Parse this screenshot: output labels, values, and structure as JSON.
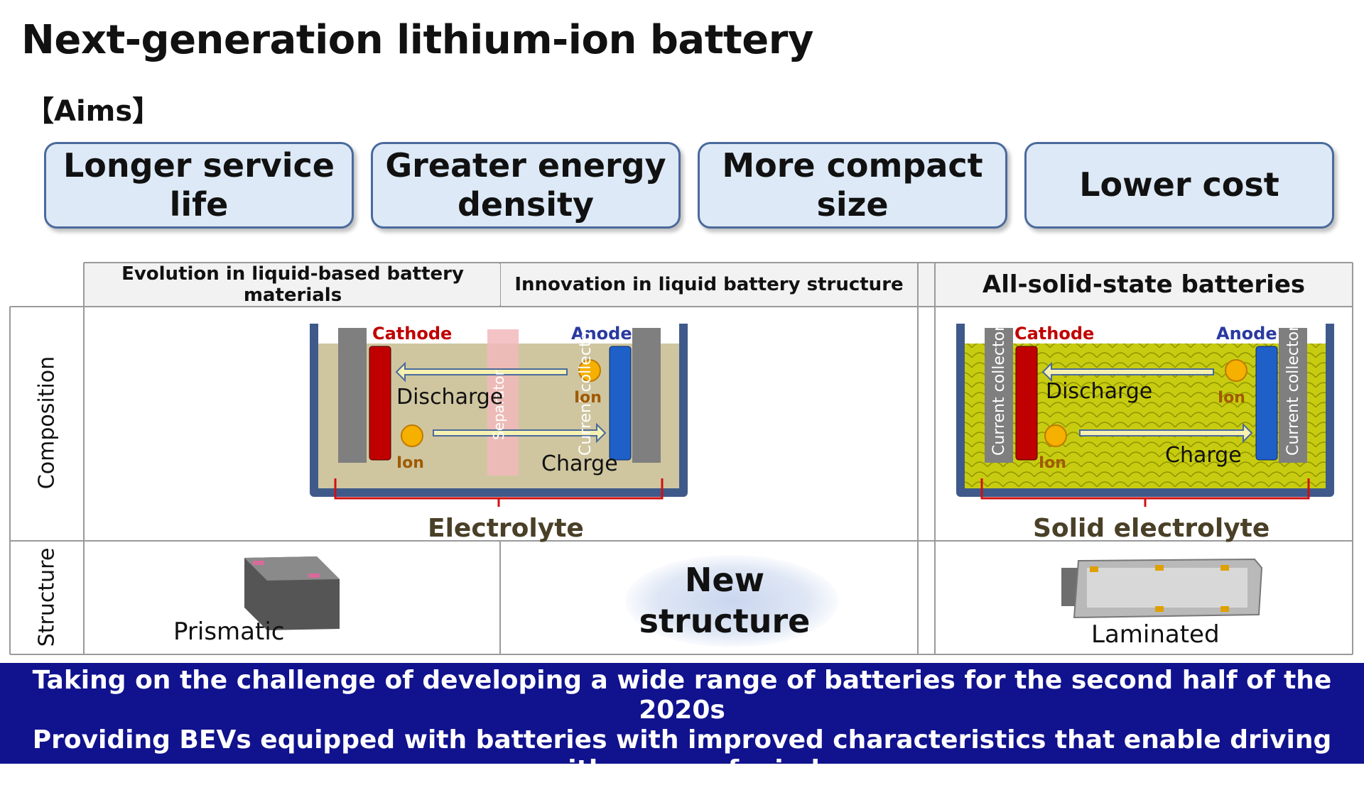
{
  "title": "Next-generation lithium-ion battery",
  "aims_label": "【Aims】",
  "aims": [
    "Longer service life",
    "Greater energy density",
    "More compact size",
    "Lower cost"
  ],
  "table": {
    "headers": [
      "Evolution in liquid-based battery materials",
      "Innovation in liquid battery structure",
      "All-solid-state batteries"
    ],
    "row_labels": [
      "Composition",
      "Structure"
    ],
    "liquid_diagram": {
      "cathode": "Cathode",
      "anode": "Anode",
      "collector": "Current collector",
      "separator": "Separator",
      "discharge": "Discharge",
      "charge": "Charge",
      "ion": "Ion",
      "electrolyte": "Electrolyte"
    },
    "solid_diagram": {
      "cathode": "Cathode",
      "anode": "Anode",
      "collector": "Current collector",
      "discharge": "Discharge",
      "charge": "Charge",
      "ion": "Ion",
      "electrolyte": "Solid electrolyte"
    },
    "structures": {
      "prismatic": "Prismatic",
      "new_structure": "New structure",
      "laminated": "Laminated"
    }
  },
  "colors": {
    "aim_fill": "#dde9f6",
    "banner": "#11128e",
    "cathode": "#c00000",
    "anode": "#1f5fc8",
    "liquid": "#cfc6a0",
    "solid": "#c8cc10"
  },
  "bottom": {
    "line1": "Taking on the challenge of developing a wide range of batteries for the second half of the 2020s",
    "line2": "Providing BEVs equipped with batteries with improved characteristics that enable driving with peace of mind"
  }
}
